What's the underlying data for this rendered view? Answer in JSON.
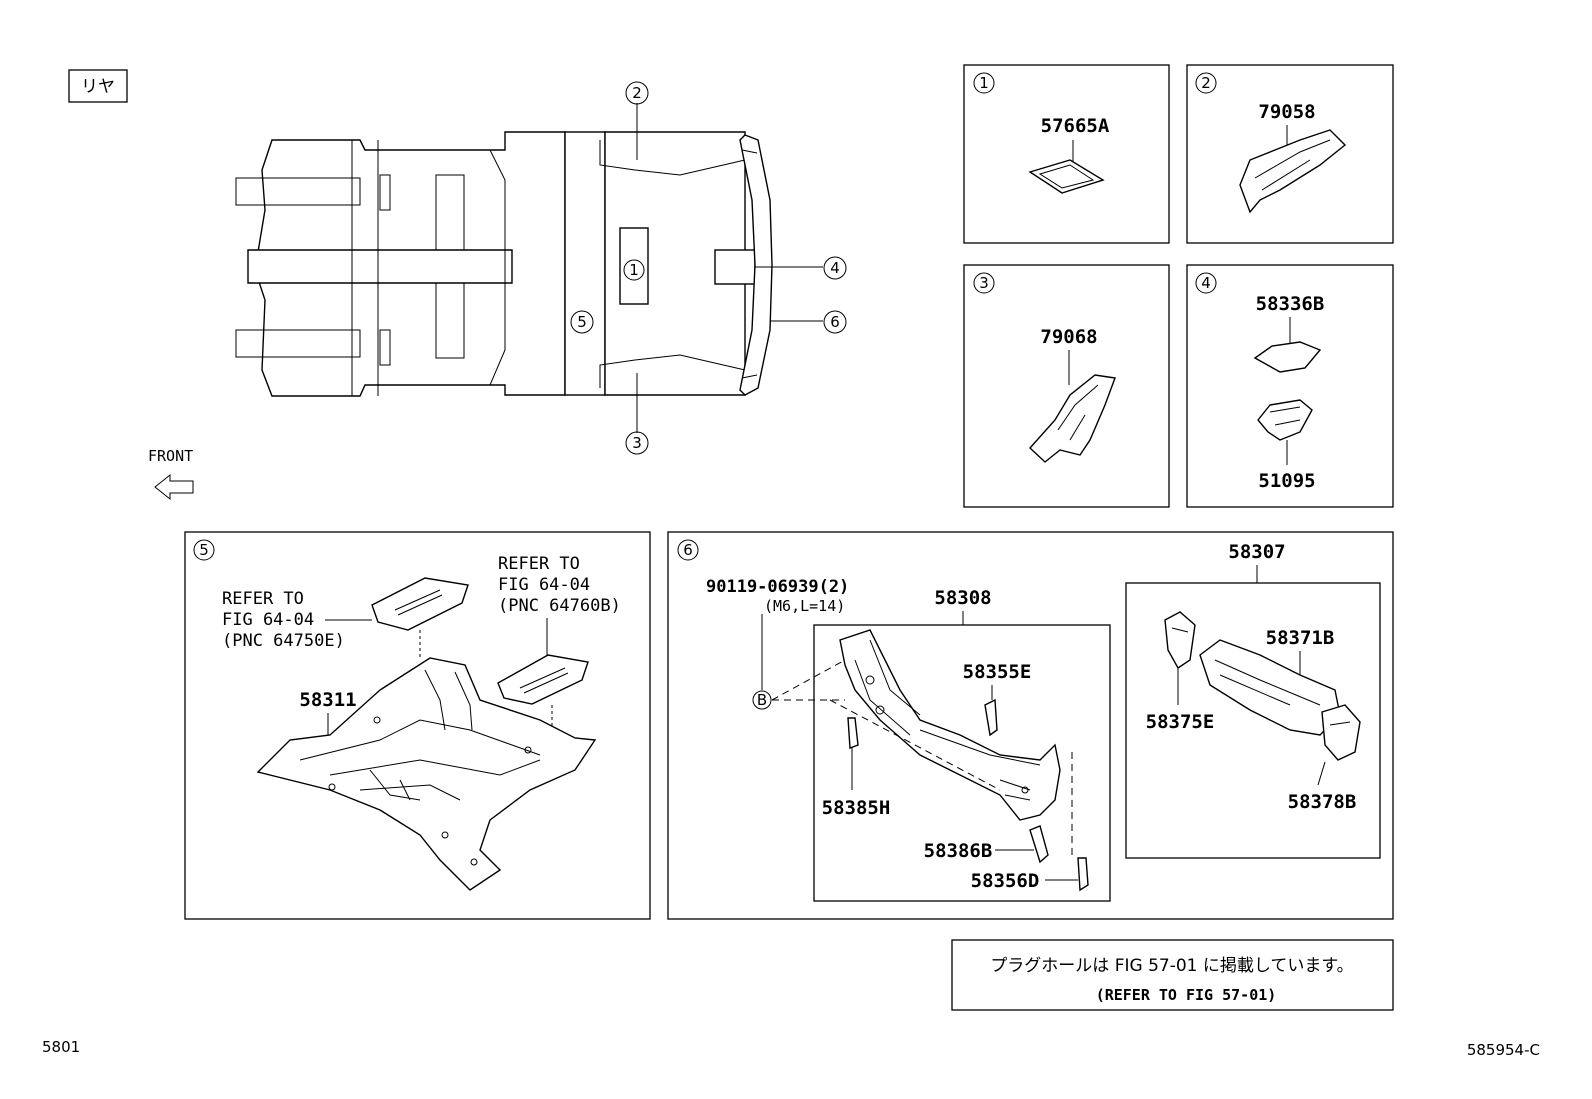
{
  "header": {
    "rear_tag": "リヤ"
  },
  "overview": {
    "front_label": "FRONT",
    "callouts": [
      "①",
      "②",
      "③",
      "④",
      "⑤",
      "⑥"
    ]
  },
  "detail_boxes": {
    "box1": {
      "num": "①",
      "parts": [
        "57665A"
      ]
    },
    "box2": {
      "num": "②",
      "parts": [
        "79058"
      ]
    },
    "box3": {
      "num": "③",
      "parts": [
        "79068"
      ]
    },
    "box4": {
      "num": "④",
      "parts": [
        "58336B",
        "51095"
      ]
    }
  },
  "box5": {
    "num": "⑤",
    "ref_left": [
      "REFER TO",
      "FIG 64-04",
      "(PNC 64750E)"
    ],
    "ref_right": [
      "REFER TO",
      "FIG 64-04",
      "(PNC 64760B)"
    ],
    "main_part": "58311"
  },
  "box6": {
    "num": "⑥",
    "bolt": "90119-06939(2)",
    "bolt_spec": "(M6,L=14)",
    "ref_mark": "B",
    "assy_left": "58308",
    "assy_right": "58307",
    "parts_left": [
      "58355E",
      "58385H",
      "58386B",
      "58356D"
    ],
    "parts_right": [
      "58371B",
      "58375E",
      "58378B"
    ]
  },
  "note": {
    "jp": "プラグホールは FIG 57-01 に掲載しています。",
    "en": "(REFER TO FIG 57-01)"
  },
  "footer": {
    "left_code": "5801",
    "right_code": "585954-C"
  }
}
